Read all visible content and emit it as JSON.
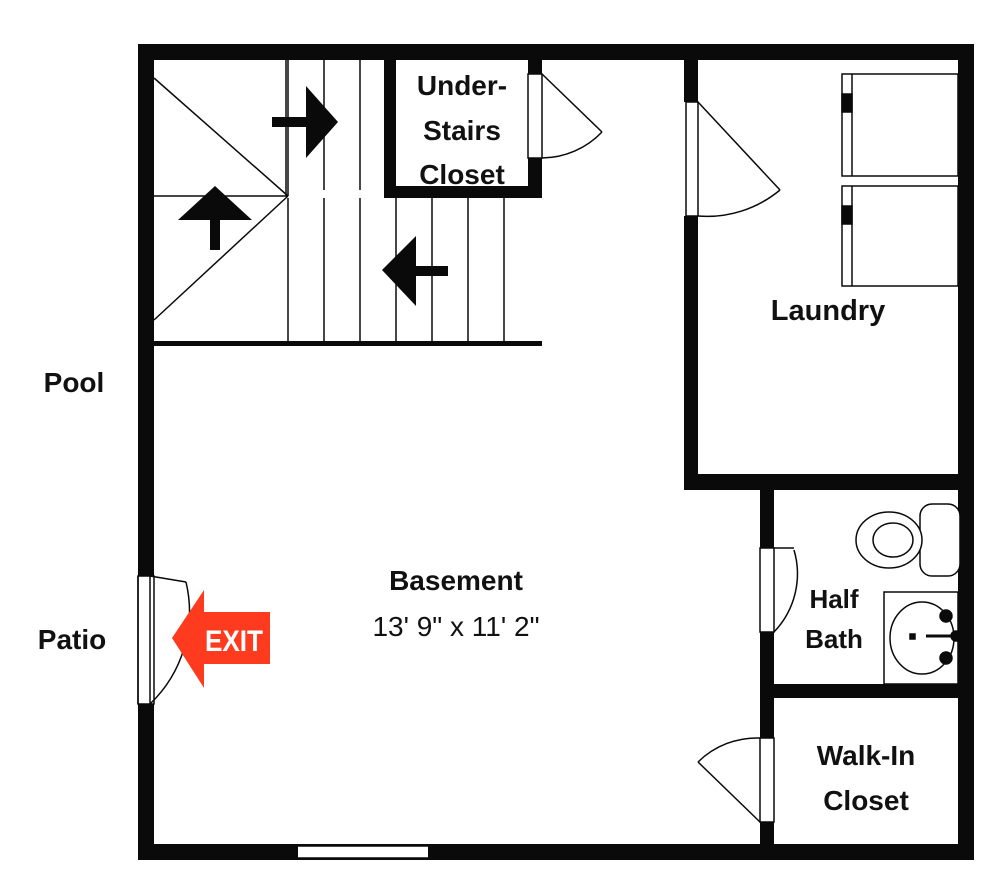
{
  "rooms": {
    "under_stairs_closet": [
      "Under-",
      "Stairs",
      "Closet"
    ],
    "laundry": "Laundry",
    "basement": "Basement",
    "basement_size": "13' 9\" x 11' 2\"",
    "half_bath": [
      "Half",
      "Bath"
    ],
    "walk_in_closet": [
      "Walk-In",
      "Closet"
    ]
  },
  "outside": {
    "pool": "Pool",
    "patio": "Patio"
  },
  "exit_sign": {
    "label": "EXIT",
    "color": "#ff3b1f"
  },
  "colors": {
    "wall": "#0a0a0a",
    "background": "#ffffff"
  }
}
